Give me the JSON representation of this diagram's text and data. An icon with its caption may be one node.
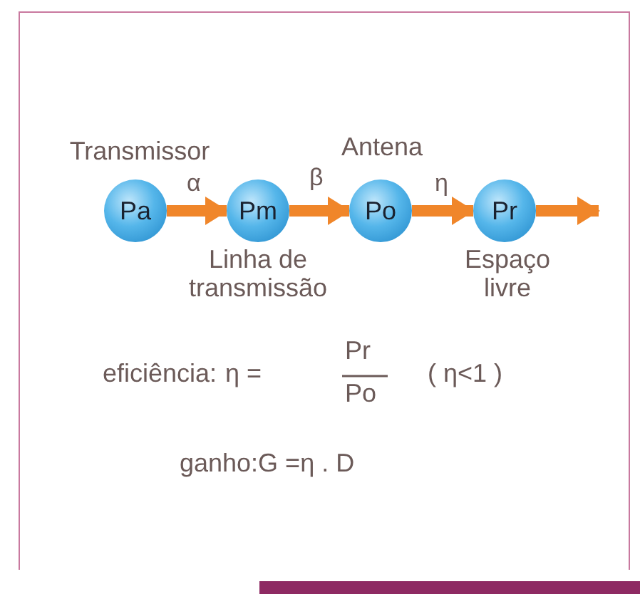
{
  "diagram": {
    "nodes": [
      {
        "text": [
          "Pa"
        ],
        "beside": [
          "Transmissor"
        ]
      },
      {
        "text": [
          "Pm"
        ],
        "beside": [
          "Linha de transmissão"
        ]
      },
      {
        "text": [
          "Po"
        ],
        "beside": [
          "Antena"
        ]
      },
      {
        "text": [
          "Pr"
        ],
        "beside": [
          "Espaço livre"
        ]
      }
    ],
    "edges": [
      {
        "from": 0,
        "to": 1,
        "arrow": "to",
        "label": "α"
      },
      {
        "from": 1,
        "to": 2,
        "arrow": "to",
        "label": "β"
      },
      {
        "from": 2,
        "to": 3,
        "arrow": "to",
        "label": "η"
      },
      {
        "from": 3,
        "to": null,
        "arrow": "to"
      }
    ],
    "labels": [
      "eficiência:",
      "η =",
      "Pr",
      "Po",
      "( η<1 )",
      "ganho:G =η . D"
    ]
  }
}
